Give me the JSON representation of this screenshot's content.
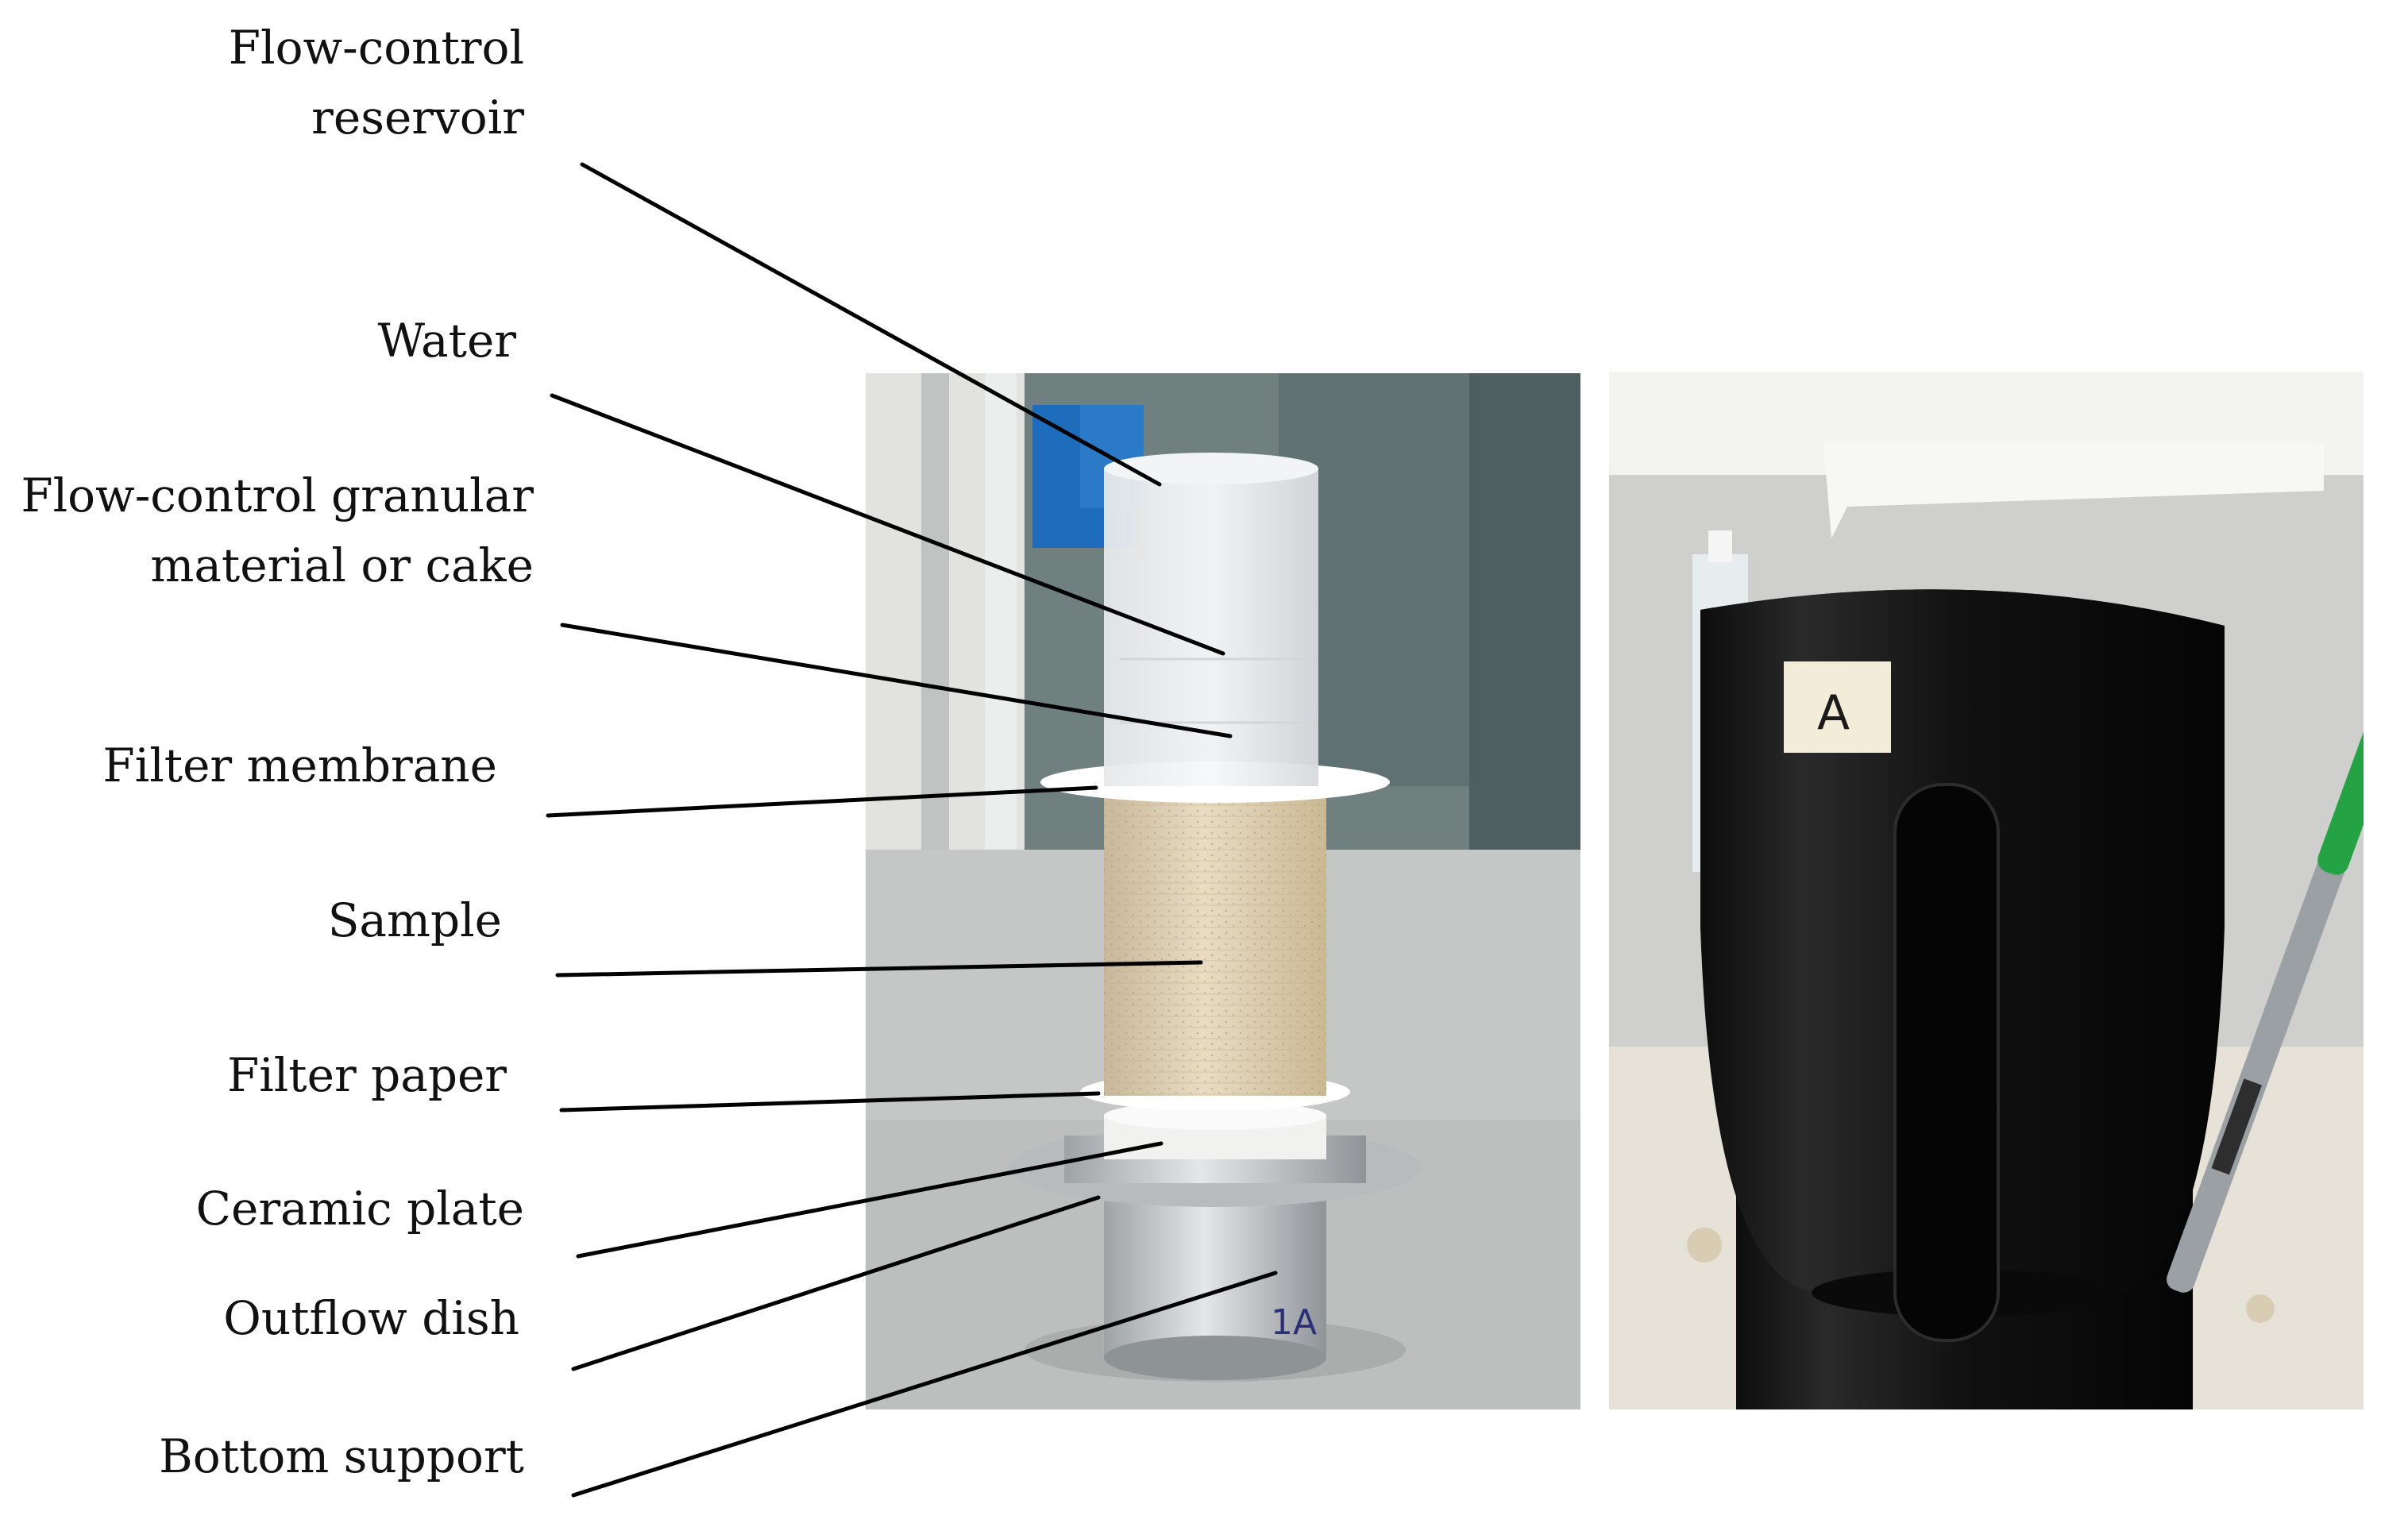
{
  "labels": {
    "reservoir_line1": "Flow-control",
    "reservoir_line2": "reservoir",
    "water": "Water",
    "granular_line1": "Flow-control granular",
    "granular_line2": "material or cake",
    "filter_membrane": "Filter membrane",
    "sample": "Sample",
    "filter_paper": "Filter paper",
    "ceramic_plate": "Ceramic plate",
    "outflow_dish": "Outflow dish",
    "bottom_support": "Bottom support"
  },
  "photo_text": {
    "dish_marking": "1A",
    "cover_tag": "A"
  }
}
